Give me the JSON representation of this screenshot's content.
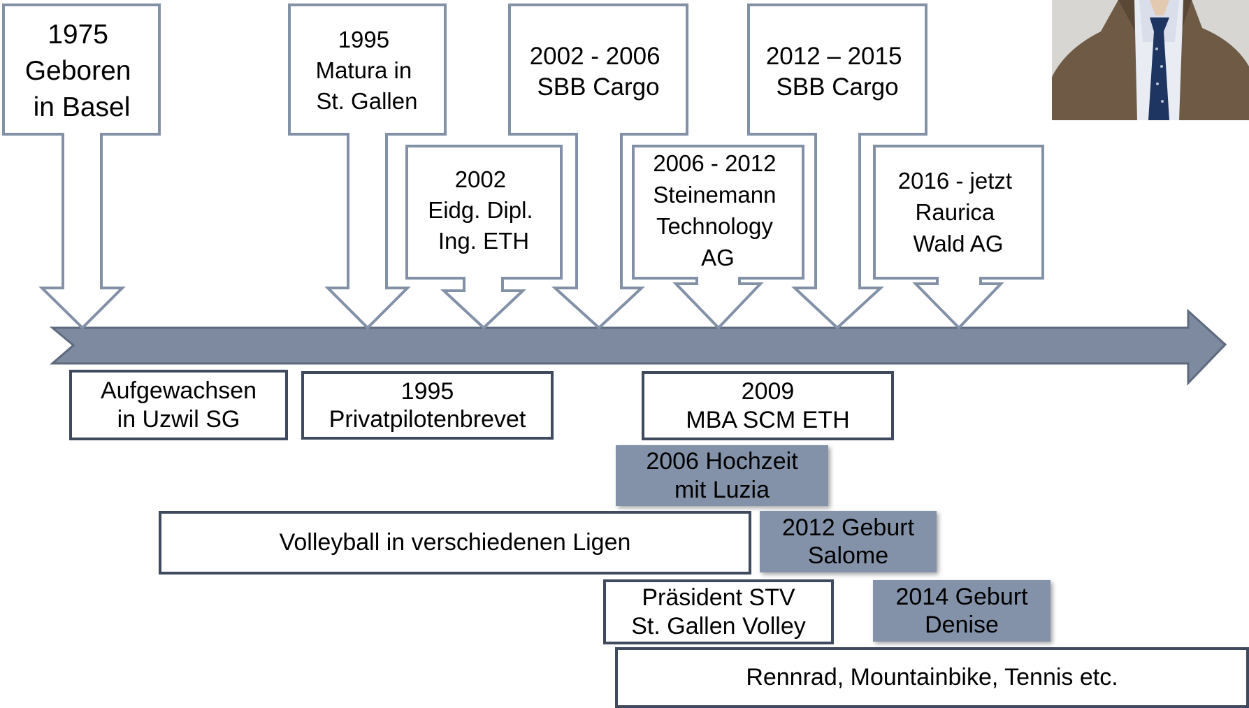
{
  "callouts": [
    {
      "lines": [
        "1975",
        "Geboren",
        "in Basel"
      ]
    },
    {
      "lines": [
        "1995",
        "Matura in",
        "St. Gallen"
      ]
    },
    {
      "lines": [
        "2002",
        "Eidg. Dipl.",
        "Ing. ETH"
      ]
    },
    {
      "lines": [
        "2002 - 2006",
        "SBB Cargo"
      ]
    },
    {
      "lines": [
        "2006 - 2012",
        "Steinemann",
        "Technology",
        "AG"
      ]
    },
    {
      "lines": [
        "2012 – 2015",
        "SBB Cargo"
      ]
    },
    {
      "lines": [
        "2016 - jetzt",
        "Raurica",
        "Wald AG"
      ]
    }
  ],
  "below": {
    "uzwil": "Aufgewachsen\nin Uzwil SG",
    "pilot": "1995\nPrivatpilotenbrevet",
    "mba": "2009\nMBA SCM ETH",
    "hochzeit": "2006 Hochzeit\nmit Luzia",
    "volleyball": "Volleyball in verschiedenen Ligen",
    "salome": "2012 Geburt\nSalome",
    "praesident": "Präsident STV\nSt. Gallen Volley",
    "denise": "2014 Geburt\nDenise",
    "sport": "Rennrad, Mountainbike, Tennis etc."
  },
  "colors": {
    "arrow_fill": "#7d8aa0",
    "arrow_stroke": "#5e6a7d",
    "callout_stroke": "#8391a7",
    "box_border": "#3f4a5e",
    "event_fill": "#8392a9"
  },
  "photo": {
    "icon": "portrait-photo",
    "jacket": "#6e5a45",
    "tie": "#1f3561",
    "background": "#d8d6d2"
  }
}
